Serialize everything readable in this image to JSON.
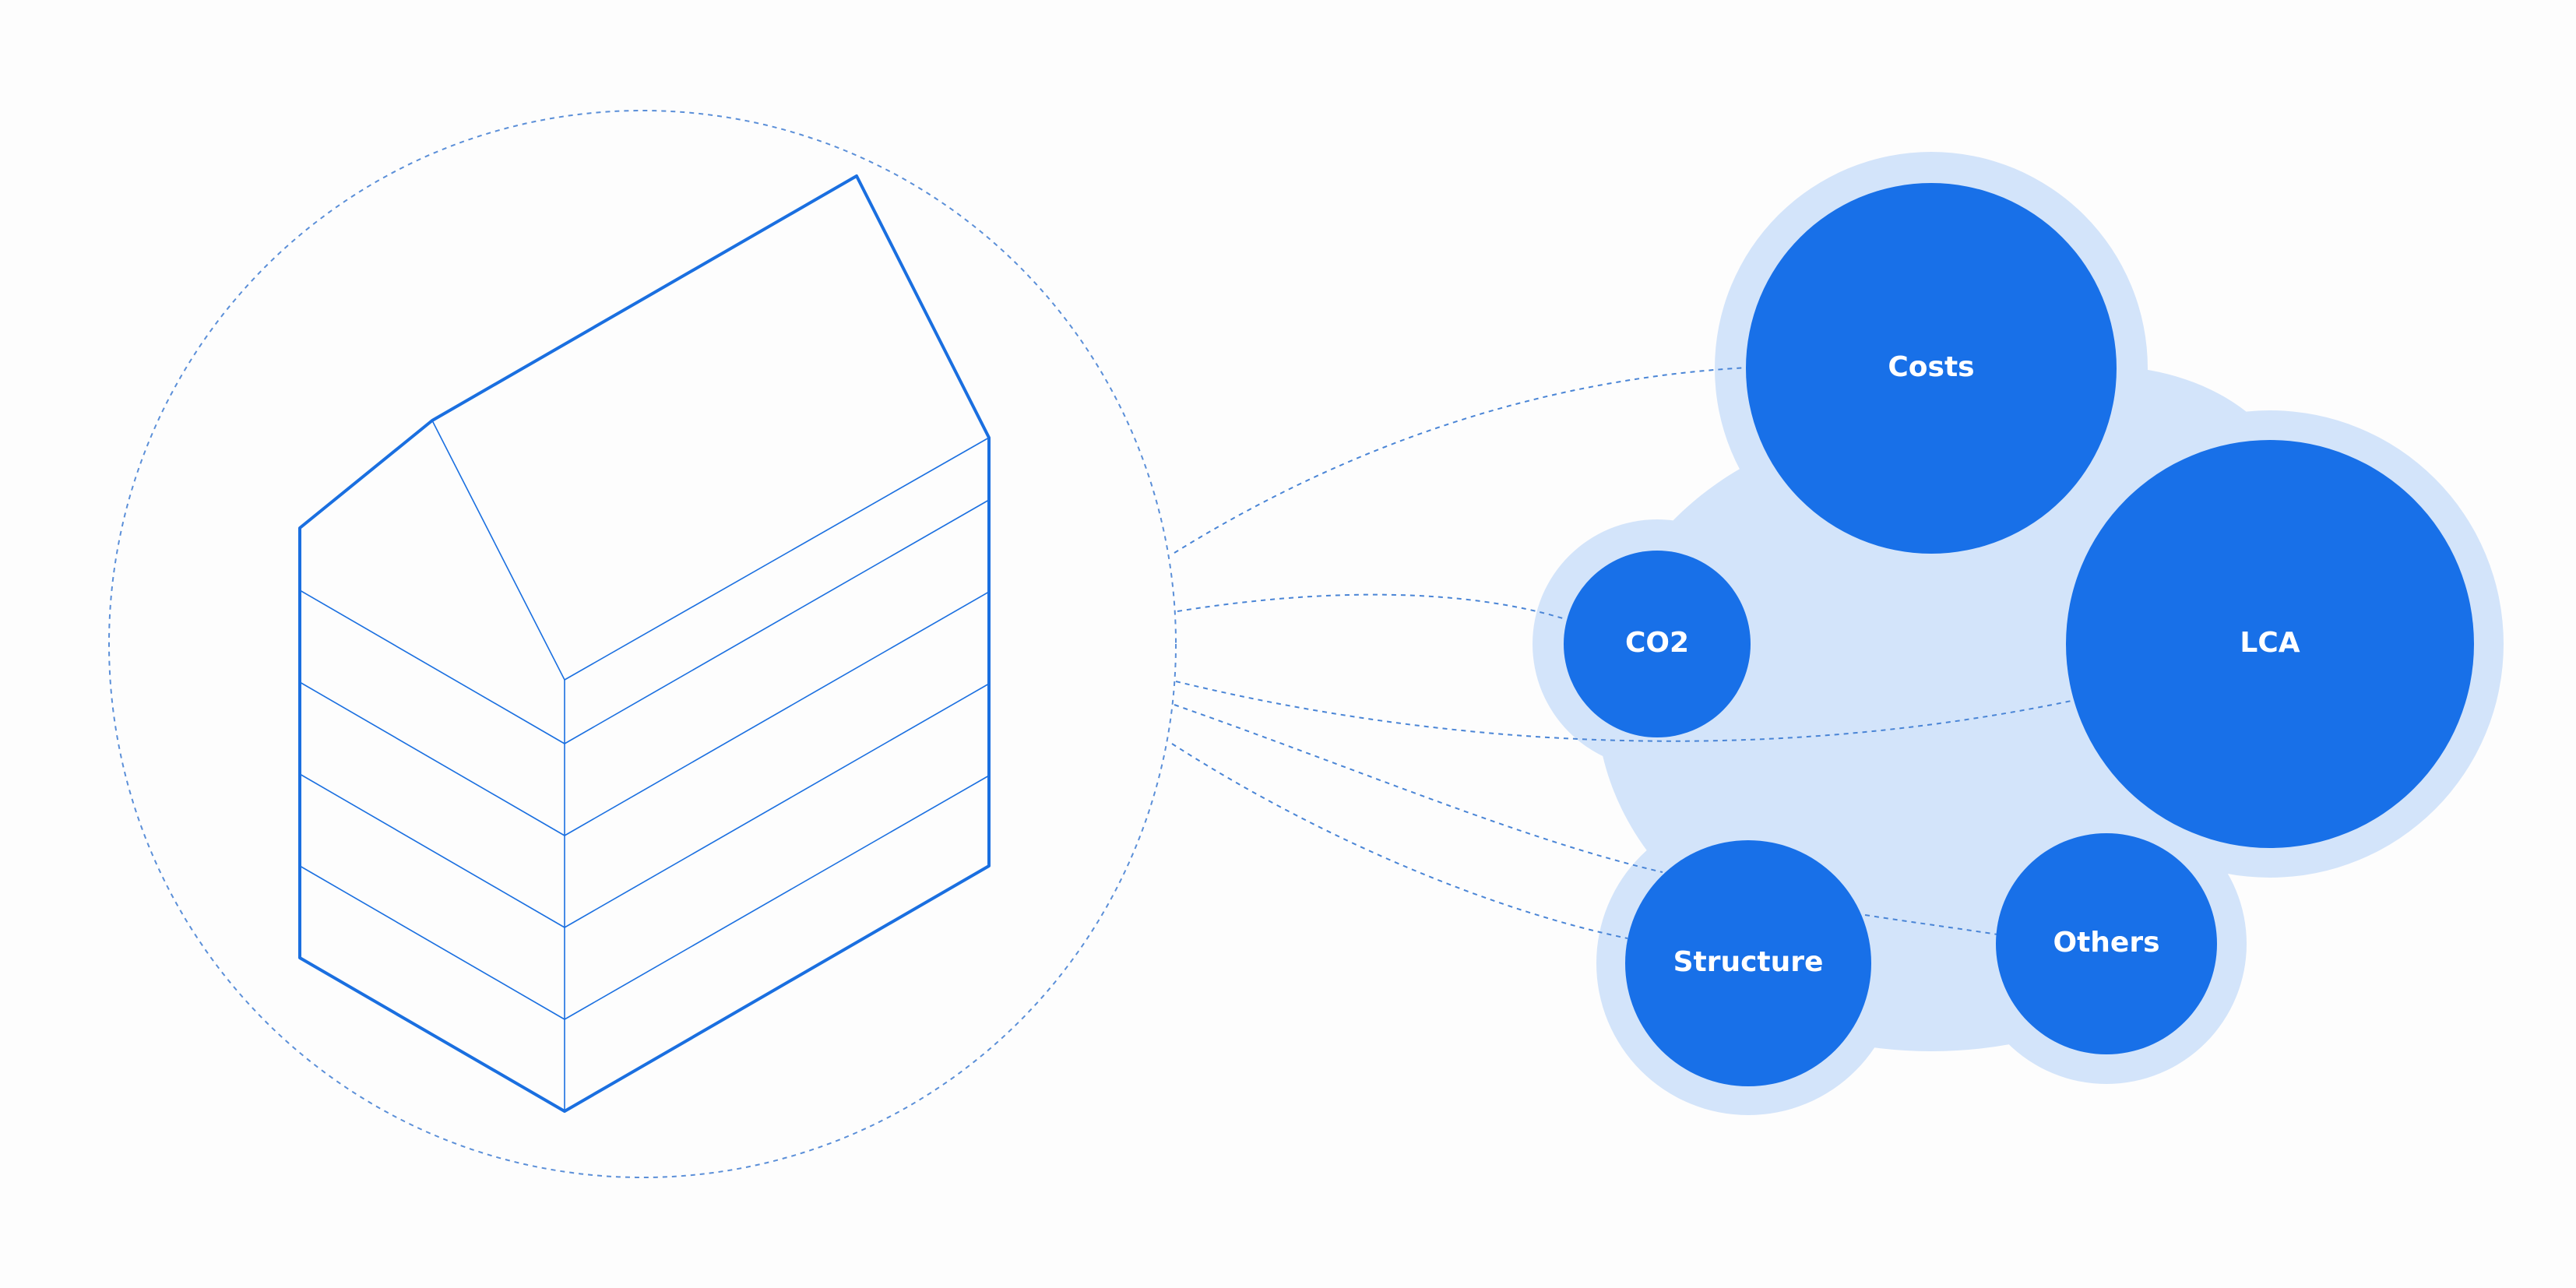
{
  "colors": {
    "background": "#fdfdfd",
    "line_blue": "#1a6fe0",
    "node_blue": "#1870e8",
    "blob_light_blue": "#d3e4fa"
  },
  "nodes": [
    {
      "id": "costs",
      "label": "Costs"
    },
    {
      "id": "co2",
      "label": "CO2"
    },
    {
      "id": "lca",
      "label": "LCA"
    },
    {
      "id": "structure",
      "label": "Structure"
    },
    {
      "id": "others",
      "label": "Others"
    }
  ]
}
